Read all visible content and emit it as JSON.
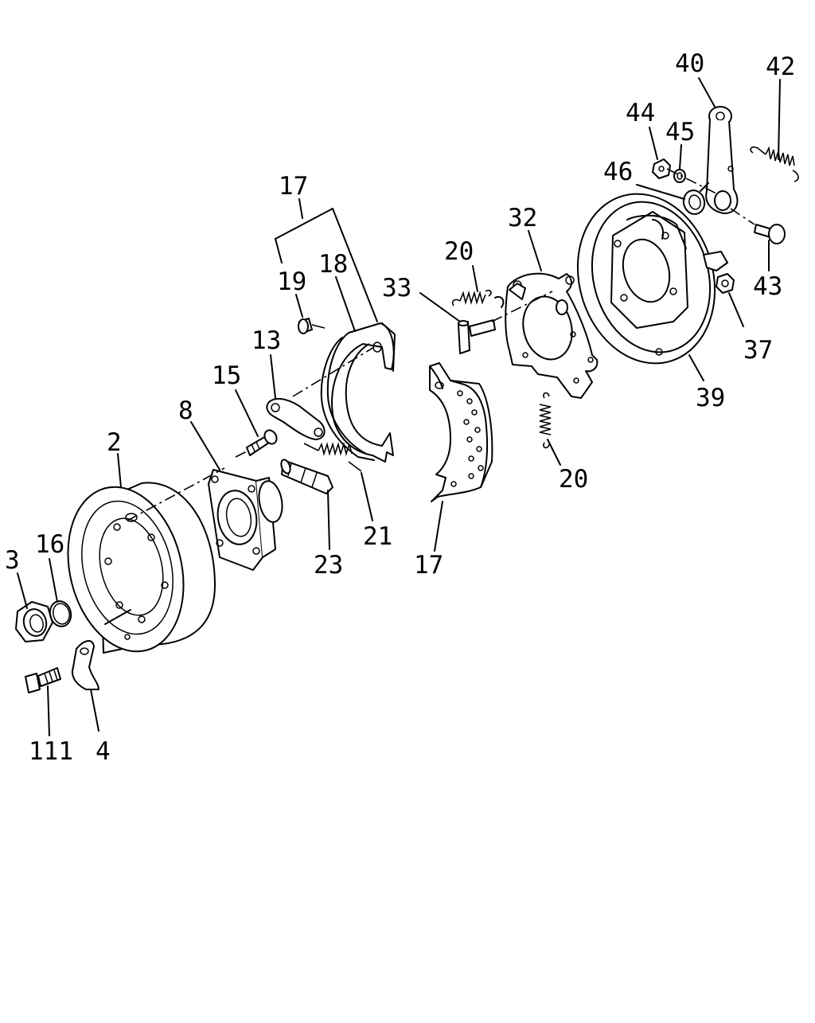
{
  "callouts": [
    {
      "id": "lbl-40",
      "text": "40"
    },
    {
      "id": "lbl-42",
      "text": "42"
    },
    {
      "id": "lbl-44",
      "text": "44"
    },
    {
      "id": "lbl-45",
      "text": "45"
    },
    {
      "id": "lbl-46",
      "text": "46"
    },
    {
      "id": "lbl-17a",
      "text": "17"
    },
    {
      "id": "lbl-32",
      "text": "32"
    },
    {
      "id": "lbl-20a",
      "text": "20"
    },
    {
      "id": "lbl-18",
      "text": "18"
    },
    {
      "id": "lbl-19",
      "text": "19"
    },
    {
      "id": "lbl-33",
      "text": "33"
    },
    {
      "id": "lbl-43",
      "text": "43"
    },
    {
      "id": "lbl-13",
      "text": "13"
    },
    {
      "id": "lbl-37",
      "text": "37"
    },
    {
      "id": "lbl-15",
      "text": "15"
    },
    {
      "id": "lbl-39",
      "text": "39"
    },
    {
      "id": "lbl-8",
      "text": "8"
    },
    {
      "id": "lbl-2",
      "text": "2"
    },
    {
      "id": "lbl-20b",
      "text": "20"
    },
    {
      "id": "lbl-21",
      "text": "21"
    },
    {
      "id": "lbl-16",
      "text": "16"
    },
    {
      "id": "lbl-3",
      "text": "3"
    },
    {
      "id": "lbl-23",
      "text": "23"
    },
    {
      "id": "lbl-17b",
      "text": "17"
    },
    {
      "id": "lbl-111",
      "text": "111"
    },
    {
      "id": "lbl-4",
      "text": "4"
    }
  ]
}
